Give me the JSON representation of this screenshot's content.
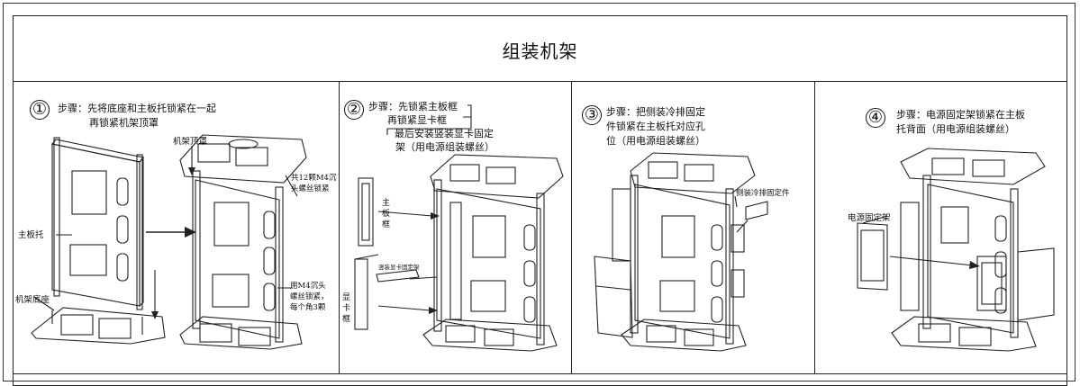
{
  "title": "组装机架",
  "steps": [
    {
      "number": "①",
      "line1": "步骤：先将底座和主板托锁紧在一起",
      "line2": "再锁紧机架顶罩",
      "labels": {
        "motherboard_tray": "主板托",
        "frame_top": "机架顶罩",
        "frame_base": "机架底座",
        "screws_top_a": "共12颗M4沉",
        "screws_top_b": "头螺丝锁紧",
        "screws_corner_a": "用M4沉头",
        "screws_corner_b": "螺丝锁紧，",
        "screws_corner_c": "每个角3颗"
      }
    },
    {
      "number": "②",
      "line1": "步骤：先锁紧主板框",
      "line2": "再锁紧显卡框",
      "line3": "最后安装竖装显卡固定",
      "line4": "架（用电源组装螺丝）",
      "labels": {
        "mb_frame": "主板框",
        "gpu_frame": "显卡框",
        "vertical_gpu_bracket": "竖装显卡固定架"
      }
    },
    {
      "number": "③",
      "line1": "步骤：把侧装冷排固定",
      "line2": "件锁紧在主板托对应孔",
      "line3": "位（用电源组装螺丝）",
      "labels": {
        "side_radiator_bracket": "侧装冷排固定件"
      }
    },
    {
      "number": "④",
      "line1": "步骤：电源固定架锁紧在主板",
      "line2": "托背面（用电源组装螺丝）",
      "labels": {
        "psu_bracket": "电源固定架"
      }
    }
  ]
}
